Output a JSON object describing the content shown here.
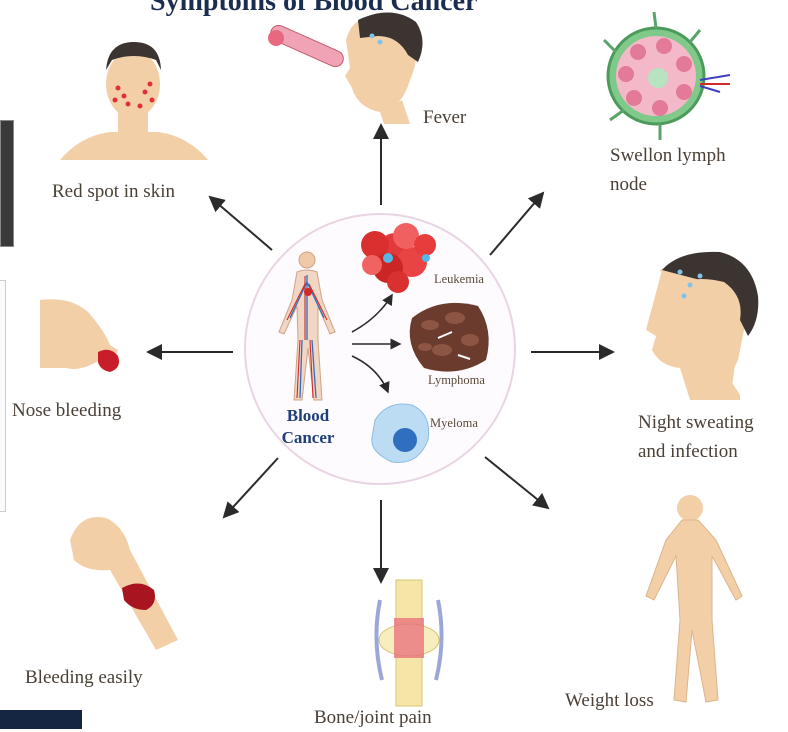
{
  "title": "Symptoms of Blood Cancer",
  "center": {
    "line1": "Blood",
    "line2": "Cancer"
  },
  "types": [
    {
      "name": "Leukemia",
      "icon": "red-blood-cells-icon"
    },
    {
      "name": "Lymphoma",
      "icon": "lymphoma-cells-icon"
    },
    {
      "name": "Myeloma",
      "icon": "plasma-cell-icon"
    }
  ],
  "symptoms": {
    "fever": "Fever",
    "lymph_1": "Swellon lymph",
    "lymph_2": "node",
    "red_spot": "Red spot in skin",
    "nose": "Nose bleeding",
    "night_1": "Night sweating",
    "night_2": "and infection",
    "bleeding": "Bleeding easily",
    "bone": "Bone/joint pain",
    "weight": "Weight loss"
  },
  "colors": {
    "text": "#4a4036",
    "center_text": "#1f3f78",
    "skin": "#f3cfa8",
    "blood": "#d8222e",
    "hair": "#3b3430",
    "arrow": "#2b2b2b",
    "circle_border": "#e9d4e4"
  }
}
